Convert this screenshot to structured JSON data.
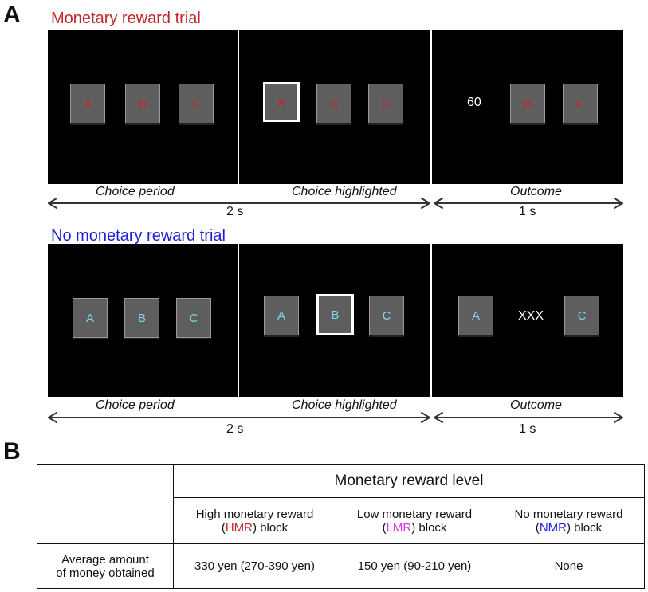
{
  "panel_a": {
    "letter": "A",
    "trials": [
      {
        "title": "Monetary reward trial",
        "title_color": "#c0282d",
        "card_text_color": "#c0282d",
        "screens": [
          {
            "cards": [
              "A",
              "B",
              "C"
            ]
          },
          {
            "cards": [
              "A",
              "B",
              "C"
            ],
            "highlighted": "A"
          },
          {
            "cards": [
              "B",
              "C"
            ],
            "outcome_text": "60"
          }
        ],
        "phase_labels": [
          "Choice period",
          "Choice highlighted",
          "Outcome"
        ],
        "durations": [
          "2 s",
          "1 s"
        ]
      },
      {
        "title": "No monetary reward trial",
        "title_color": "#1f1fd6",
        "card_text_color": "#7fd6e6",
        "screens": [
          {
            "cards": [
              "A",
              "B",
              "C"
            ]
          },
          {
            "cards": [
              "A",
              "B",
              "C"
            ],
            "highlighted": "B"
          },
          {
            "cards": [
              "A",
              "C"
            ],
            "outcome_text": "XXX"
          }
        ],
        "phase_labels": [
          "Choice period",
          "Choice highlighted",
          "Outcome"
        ],
        "durations": [
          "2 s",
          "1 s"
        ]
      }
    ]
  },
  "panel_b": {
    "letter": "B",
    "table": {
      "header": "Monetary reward level",
      "columns": [
        {
          "line1": "High monetary reward",
          "open": "(",
          "abbr": "HMR",
          "close": ") block",
          "abbr_color": "#c0282d"
        },
        {
          "line1": "Low monetary reward",
          "open": "(",
          "abbr": "LMR",
          "close": ") block",
          "abbr_color": "#e030e0"
        },
        {
          "line1": "No monetary reward",
          "open": "(",
          "abbr": "NMR",
          "close": ") block",
          "abbr_color": "#1f1fd6"
        }
      ],
      "row_label_line1": "Average amount",
      "row_label_line2": "of money obtained",
      "values": [
        "330 yen (270-390 yen)",
        "150 yen (90-210 yen)",
        "None"
      ]
    }
  }
}
